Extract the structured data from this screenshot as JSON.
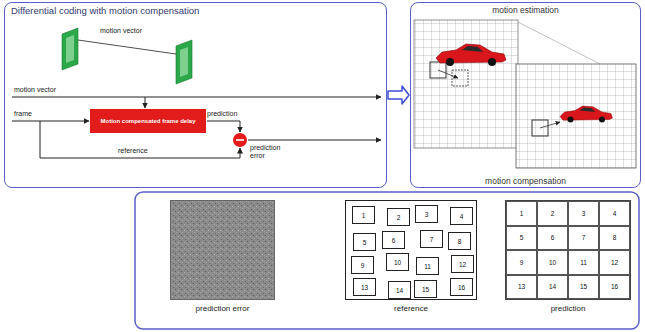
{
  "diagram": {
    "nodes": [
      {
        "text": [
          "Differential coding with motion compensation"
        ]
      },
      {
        "text": [
          "Motion compensated frame delay"
        ],
        "in": 0
      },
      {
        "text": [
          "motion estimation",
          "motion compensation"
        ]
      },
      {
        "text": [
          "prediction error"
        ]
      },
      {
        "text": [
          "reference"
        ]
      },
      {
        "text": [
          "1"
        ],
        "in": 4
      },
      {
        "text": [
          "2"
        ],
        "in": 4
      },
      {
        "text": [
          "3"
        ],
        "in": 4
      },
      {
        "text": [
          "4"
        ],
        "in": 4
      },
      {
        "text": [
          "5"
        ],
        "in": 4
      },
      {
        "text": [
          "6"
        ],
        "in": 4
      },
      {
        "text": [
          "7"
        ],
        "in": 4
      },
      {
        "text": [
          "8"
        ],
        "in": 4
      },
      {
        "text": [
          "9"
        ],
        "in": 4
      },
      {
        "text": [
          "10"
        ],
        "in": 4
      },
      {
        "text": [
          "11"
        ],
        "in": 4
      },
      {
        "text": [
          "12"
        ],
        "in": 4
      },
      {
        "text": [
          "13"
        ],
        "in": 4
      },
      {
        "text": [
          "14"
        ],
        "in": 4
      },
      {
        "text": [
          "15"
        ],
        "in": 4
      },
      {
        "text": [
          "16"
        ],
        "in": 4
      },
      {
        "text": [
          "prediction"
        ]
      },
      {
        "text": [
          "1"
        ],
        "in": 21
      },
      {
        "text": [
          "2"
        ],
        "in": 21
      },
      {
        "text": [
          "3"
        ],
        "in": 21
      },
      {
        "text": [
          "4"
        ],
        "in": 21
      },
      {
        "text": [
          "5"
        ],
        "in": 21
      },
      {
        "text": [
          "6"
        ],
        "in": 21
      },
      {
        "text": [
          "7"
        ],
        "in": 21
      },
      {
        "text": [
          "8"
        ],
        "in": 21
      },
      {
        "text": [
          "9"
        ],
        "in": 21
      },
      {
        "text": [
          "10"
        ],
        "in": 21
      },
      {
        "text": [
          "11"
        ],
        "in": 21
      },
      {
        "text": [
          "12"
        ],
        "in": 21
      },
      {
        "text": [
          "13"
        ],
        "in": 21
      },
      {
        "text": [
          "14"
        ],
        "in": 21
      },
      {
        "text": [
          "15"
        ],
        "in": 21
      },
      {
        "text": [
          "16"
        ],
        "in": 21
      }
    ],
    "edges": [
      {
        "from": 0,
        "to": 2,
        "arrow": "to"
      }
    ],
    "labels": [
      "motion vector",
      "motion vector",
      "frame",
      "prediction",
      "reference",
      "prediction error"
    ]
  }
}
